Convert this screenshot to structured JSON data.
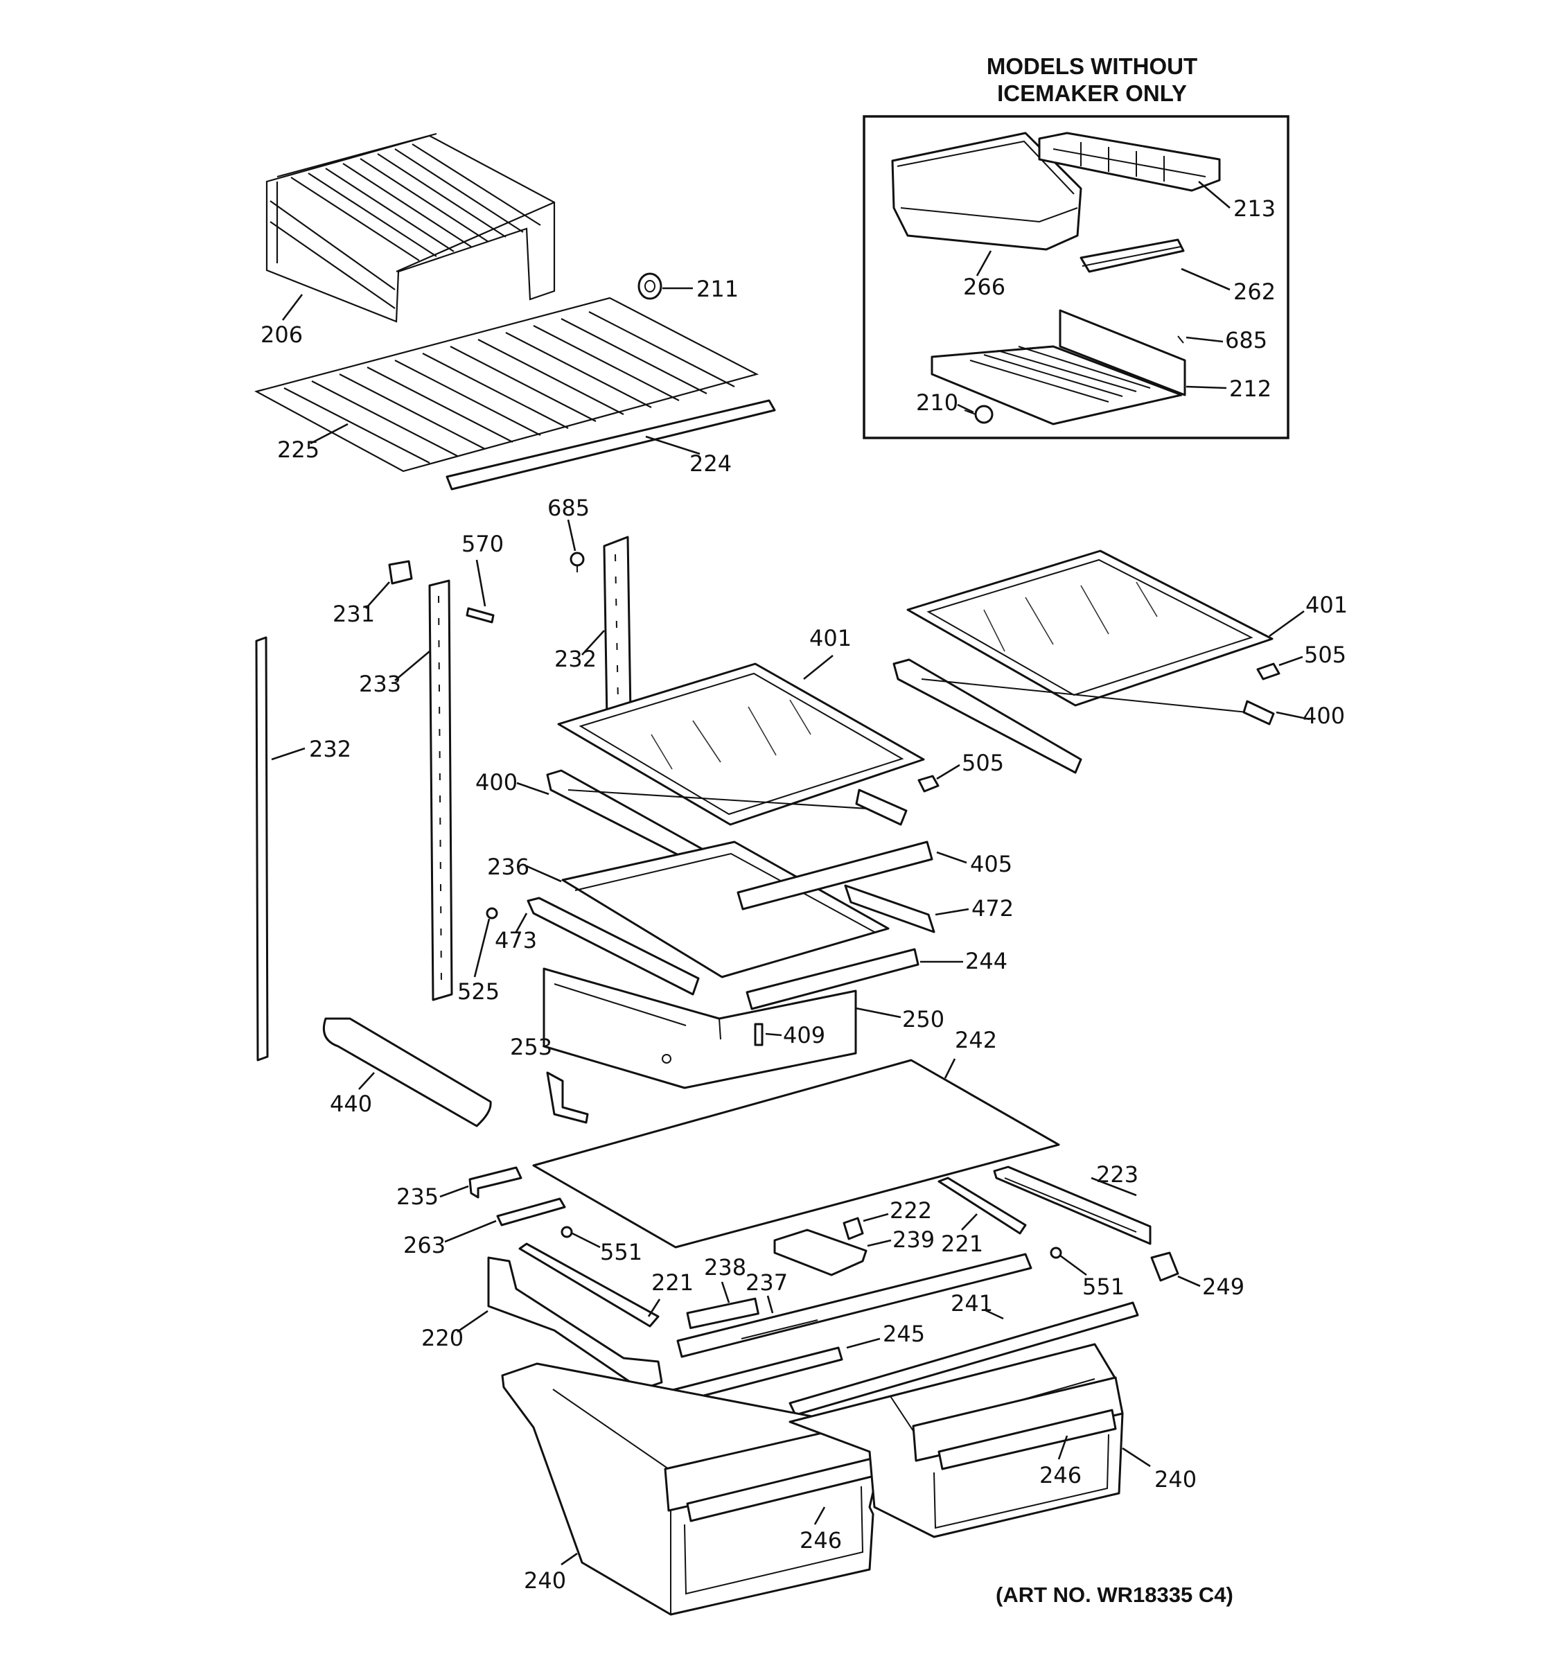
{
  "inset": {
    "title_line1": "MODELS WITHOUT",
    "title_line2": "ICEMAKER ONLY"
  },
  "art_number": "(ART NO. WR18335 C4)",
  "callouts": {
    "c206": "206",
    "c211": "211",
    "c225": "225",
    "c224": "224",
    "c213": "213",
    "c266": "266",
    "c262": "262",
    "c685a": "685",
    "c212": "212",
    "c210": "210",
    "c685b": "685",
    "c570": "570",
    "c231": "231",
    "c232a": "232",
    "c233": "233",
    "c232b": "232",
    "c401a": "401",
    "c401b": "401",
    "c505a": "505",
    "c400a": "400",
    "c505b": "505",
    "c400b": "400",
    "c236": "236",
    "c405": "405",
    "c472": "472",
    "c473": "473",
    "c525": "525",
    "c244": "244",
    "c250": "250",
    "c409": "409",
    "c253": "253",
    "c242": "242",
    "c440": "440",
    "c235": "235",
    "c223": "223",
    "c222": "222",
    "c263": "263",
    "c239": "239",
    "c221a": "221",
    "c551a": "551",
    "c551b": "551",
    "c249": "249",
    "c238": "238",
    "c237": "237",
    "c221b": "221",
    "c241": "241",
    "c220": "220",
    "c245": "245",
    "c246a": "246",
    "c240a": "240",
    "c246b": "246",
    "c240b": "240"
  }
}
